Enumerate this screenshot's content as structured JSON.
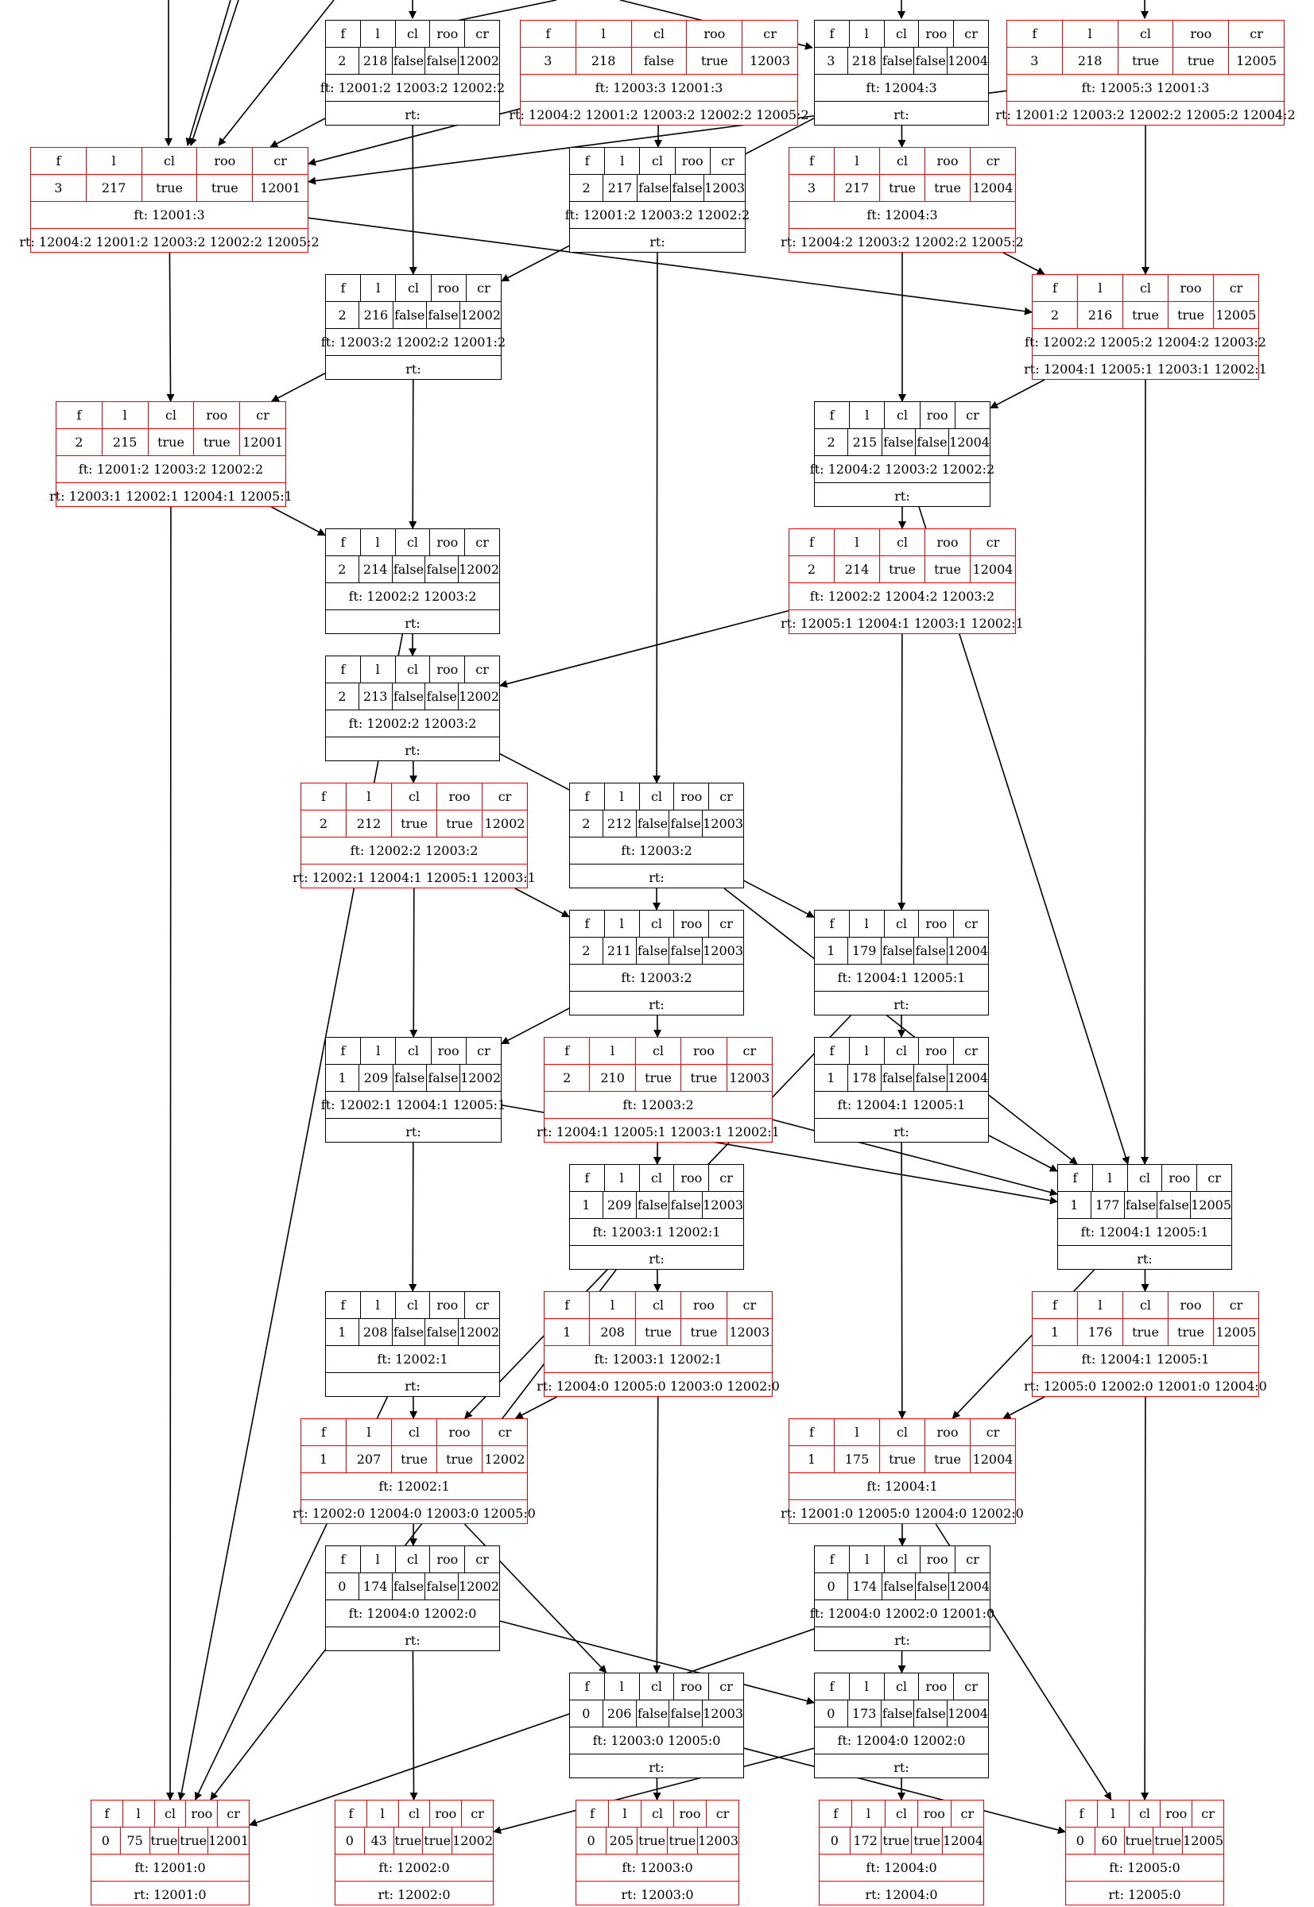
{
  "columns": [
    "f",
    "l",
    "cl",
    "roo",
    "cr"
  ],
  "nodes": [
    {
      "id": "n_2_218_12002",
      "f": "2",
      "l": "218",
      "cl": "false",
      "roo": "false",
      "cr": "12002",
      "ft": "ft: 12001:2 12003:2 12002:2",
      "rt": "rt:",
      "red": false
    },
    {
      "id": "n_3_218_12003",
      "f": "3",
      "l": "218",
      "cl": "false",
      "roo": "true",
      "cr": "12003",
      "ft": "ft: 12003:3 12001:3",
      "rt": "rt: 12004:2 12001:2 12003:2 12002:2 12005:2",
      "red": true
    },
    {
      "id": "n_3_218_12004",
      "f": "3",
      "l": "218",
      "cl": "false",
      "roo": "false",
      "cr": "12004",
      "ft": "ft: 12004:3",
      "rt": "rt:",
      "red": false
    },
    {
      "id": "n_3_218_12005",
      "f": "3",
      "l": "218",
      "cl": "true",
      "roo": "true",
      "cr": "12005",
      "ft": "ft: 12005:3 12001:3",
      "rt": "rt: 12001:2 12003:2 12002:2 12005:2 12004:2",
      "red": true
    },
    {
      "id": "n_3_217_12001",
      "f": "3",
      "l": "217",
      "cl": "true",
      "roo": "true",
      "cr": "12001",
      "ft": "ft: 12001:3",
      "rt": "rt: 12004:2 12001:2 12003:2 12002:2 12005:2",
      "red": true
    },
    {
      "id": "n_2_217_12003",
      "f": "2",
      "l": "217",
      "cl": "false",
      "roo": "false",
      "cr": "12003",
      "ft": "ft: 12001:2 12003:2 12002:2",
      "rt": "rt:",
      "red": false
    },
    {
      "id": "n_3_217_12004",
      "f": "3",
      "l": "217",
      "cl": "true",
      "roo": "true",
      "cr": "12004",
      "ft": "ft: 12004:3",
      "rt": "rt: 12004:2 12003:2 12002:2 12005:2",
      "red": true
    },
    {
      "id": "n_2_216_12002",
      "f": "2",
      "l": "216",
      "cl": "false",
      "roo": "false",
      "cr": "12002",
      "ft": "ft: 12003:2 12002:2 12001:2",
      "rt": "rt:",
      "red": false
    },
    {
      "id": "n_2_216_12005",
      "f": "2",
      "l": "216",
      "cl": "true",
      "roo": "true",
      "cr": "12005",
      "ft": "ft: 12002:2 12005:2 12004:2 12003:2",
      "rt": "rt: 12004:1 12005:1 12003:1 12002:1",
      "red": true
    },
    {
      "id": "n_2_215_12001",
      "f": "2",
      "l": "215",
      "cl": "true",
      "roo": "true",
      "cr": "12001",
      "ft": "ft: 12001:2 12003:2 12002:2",
      "rt": "rt: 12003:1 12002:1 12004:1 12005:1",
      "red": true
    },
    {
      "id": "n_2_215_12004",
      "f": "2",
      "l": "215",
      "cl": "false",
      "roo": "false",
      "cr": "12004",
      "ft": "ft: 12004:2 12003:2 12002:2",
      "rt": "rt:",
      "red": false
    },
    {
      "id": "n_2_214_12002",
      "f": "2",
      "l": "214",
      "cl": "false",
      "roo": "false",
      "cr": "12002",
      "ft": "ft: 12002:2 12003:2",
      "rt": "rt:",
      "red": false
    },
    {
      "id": "n_2_214_12004",
      "f": "2",
      "l": "214",
      "cl": "true",
      "roo": "true",
      "cr": "12004",
      "ft": "ft: 12002:2 12004:2 12003:2",
      "rt": "rt: 12005:1 12004:1 12003:1 12002:1",
      "red": true
    },
    {
      "id": "n_2_213_12002",
      "f": "2",
      "l": "213",
      "cl": "false",
      "roo": "false",
      "cr": "12002",
      "ft": "ft: 12002:2 12003:2",
      "rt": "rt:",
      "red": false
    },
    {
      "id": "n_2_212_12002",
      "f": "2",
      "l": "212",
      "cl": "true",
      "roo": "true",
      "cr": "12002",
      "ft": "ft: 12002:2 12003:2",
      "rt": "rt: 12002:1 12004:1 12005:1 12003:1",
      "red": true
    },
    {
      "id": "n_2_212_12003",
      "f": "2",
      "l": "212",
      "cl": "false",
      "roo": "false",
      "cr": "12003",
      "ft": "ft: 12003:2",
      "rt": "rt:",
      "red": false
    },
    {
      "id": "n_2_211_12003",
      "f": "2",
      "l": "211",
      "cl": "false",
      "roo": "false",
      "cr": "12003",
      "ft": "ft: 12003:2",
      "rt": "rt:",
      "red": false
    },
    {
      "id": "n_1_179_12004",
      "f": "1",
      "l": "179",
      "cl": "false",
      "roo": "false",
      "cr": "12004",
      "ft": "ft: 12004:1 12005:1",
      "rt": "rt:",
      "red": false
    },
    {
      "id": "n_1_209_12002",
      "f": "1",
      "l": "209",
      "cl": "false",
      "roo": "false",
      "cr": "12002",
      "ft": "ft: 12002:1 12004:1 12005:1",
      "rt": "rt:",
      "red": false
    },
    {
      "id": "n_2_210_12003",
      "f": "2",
      "l": "210",
      "cl": "true",
      "roo": "true",
      "cr": "12003",
      "ft": "ft: 12003:2",
      "rt": "rt: 12004:1 12005:1 12003:1 12002:1",
      "red": true
    },
    {
      "id": "n_1_178_12004",
      "f": "1",
      "l": "178",
      "cl": "false",
      "roo": "false",
      "cr": "12004",
      "ft": "ft: 12004:1 12005:1",
      "rt": "rt:",
      "red": false
    },
    {
      "id": "n_1_209_12003",
      "f": "1",
      "l": "209",
      "cl": "false",
      "roo": "false",
      "cr": "12003",
      "ft": "ft: 12003:1 12002:1",
      "rt": "rt:",
      "red": false
    },
    {
      "id": "n_1_177_12005",
      "f": "1",
      "l": "177",
      "cl": "false",
      "roo": "false",
      "cr": "12005",
      "ft": "ft: 12004:1 12005:1",
      "rt": "rt:",
      "red": false
    },
    {
      "id": "n_1_208_12002",
      "f": "1",
      "l": "208",
      "cl": "false",
      "roo": "false",
      "cr": "12002",
      "ft": "ft: 12002:1",
      "rt": "rt:",
      "red": false
    },
    {
      "id": "n_1_208_12003",
      "f": "1",
      "l": "208",
      "cl": "true",
      "roo": "true",
      "cr": "12003",
      "ft": "ft: 12003:1 12002:1",
      "rt": "rt: 12004:0 12005:0 12003:0 12002:0",
      "red": true
    },
    {
      "id": "n_1_176_12005",
      "f": "1",
      "l": "176",
      "cl": "true",
      "roo": "true",
      "cr": "12005",
      "ft": "ft: 12004:1 12005:1",
      "rt": "rt: 12005:0 12002:0 12001:0 12004:0",
      "red": true
    },
    {
      "id": "n_1_207_12002",
      "f": "1",
      "l": "207",
      "cl": "true",
      "roo": "true",
      "cr": "12002",
      "ft": "ft: 12002:1",
      "rt": "rt: 12002:0 12004:0 12003:0 12005:0",
      "red": true
    },
    {
      "id": "n_1_175_12004",
      "f": "1",
      "l": "175",
      "cl": "true",
      "roo": "true",
      "cr": "12004",
      "ft": "ft: 12004:1",
      "rt": "rt: 12001:0 12005:0 12004:0 12002:0",
      "red": true
    },
    {
      "id": "n_0_174_12002",
      "f": "0",
      "l": "174",
      "cl": "false",
      "roo": "false",
      "cr": "12002",
      "ft": "ft: 12004:0 12002:0",
      "rt": "rt:",
      "red": false
    },
    {
      "id": "n_0_174_12004",
      "f": "0",
      "l": "174",
      "cl": "false",
      "roo": "false",
      "cr": "12004",
      "ft": "ft: 12004:0 12002:0 12001:0",
      "rt": "rt:",
      "red": false
    },
    {
      "id": "n_0_206_12003",
      "f": "0",
      "l": "206",
      "cl": "false",
      "roo": "false",
      "cr": "12003",
      "ft": "ft: 12003:0 12005:0",
      "rt": "rt:",
      "red": false
    },
    {
      "id": "n_0_173_12004",
      "f": "0",
      "l": "173",
      "cl": "false",
      "roo": "false",
      "cr": "12004",
      "ft": "ft: 12004:0 12002:0",
      "rt": "rt:",
      "red": false
    },
    {
      "id": "n_0_75_12001",
      "f": "0",
      "l": "75",
      "cl": "true",
      "roo": "true",
      "cr": "12001",
      "ft": "ft: 12001:0",
      "rt": "rt: 12001:0",
      "red": true
    },
    {
      "id": "n_0_43_12002",
      "f": "0",
      "l": "43",
      "cl": "true",
      "roo": "true",
      "cr": "12002",
      "ft": "ft: 12002:0",
      "rt": "rt: 12002:0",
      "red": true
    },
    {
      "id": "n_0_205_12003",
      "f": "0",
      "l": "205",
      "cl": "true",
      "roo": "true",
      "cr": "12003",
      "ft": "ft: 12003:0",
      "rt": "rt: 12003:0",
      "red": true
    },
    {
      "id": "n_0_172_12004",
      "f": "0",
      "l": "172",
      "cl": "true",
      "roo": "true",
      "cr": "12004",
      "ft": "ft: 12004:0",
      "rt": "rt: 12004:0",
      "red": true
    },
    {
      "id": "n_0_60_12005",
      "f": "0",
      "l": "60",
      "cl": "true",
      "roo": "true",
      "cr": "12005",
      "ft": "ft: 12005:0",
      "rt": "rt: 12005:0",
      "red": true
    }
  ],
  "edges": [
    [
      "n_2_218_12002",
      "n_2_216_12002"
    ],
    [
      "n_2_218_12002",
      "n_3_217_12001"
    ],
    [
      "n_3_218_12003",
      "n_2_217_12003"
    ],
    [
      "n_3_218_12003",
      "n_3_217_12001"
    ],
    [
      "n_3_218_12004",
      "n_3_217_12004"
    ],
    [
      "n_3_218_12004",
      "n_2_216_12002"
    ],
    [
      "n_3_218_12005",
      "n_2_216_12005"
    ],
    [
      "n_3_218_12005",
      "n_3_217_12001"
    ],
    [
      "n_3_217_12001",
      "n_2_215_12001"
    ],
    [
      "n_3_217_12001",
      "n_2_216_12005"
    ],
    [
      "n_2_217_12003",
      "n_2_212_12003"
    ],
    [
      "n_3_217_12004",
      "n_2_215_12004"
    ],
    [
      "n_3_217_12004",
      "n_2_216_12005"
    ],
    [
      "n_2_216_12002",
      "n_2_214_12002"
    ],
    [
      "n_2_216_12002",
      "n_2_215_12001"
    ],
    [
      "n_2_216_12005",
      "n_2_215_12004"
    ],
    [
      "n_2_216_12005",
      "n_1_177_12005"
    ],
    [
      "n_2_215_12001",
      "n_2_214_12002"
    ],
    [
      "n_2_215_12001",
      "n_0_75_12001"
    ],
    [
      "n_2_215_12004",
      "n_2_214_12004"
    ],
    [
      "n_2_215_12004",
      "n_1_177_12005"
    ],
    [
      "n_2_214_12002",
      "n_2_213_12002"
    ],
    [
      "n_2_214_12002",
      "n_0_75_12001"
    ],
    [
      "n_2_214_12004",
      "n_1_179_12004"
    ],
    [
      "n_2_214_12004",
      "n_2_213_12002"
    ],
    [
      "n_2_213_12002",
      "n_2_212_12002"
    ],
    [
      "n_2_213_12002",
      "n_1_179_12004"
    ],
    [
      "n_2_212_12002",
      "n_1_209_12002"
    ],
    [
      "n_2_212_12002",
      "n_2_211_12003"
    ],
    [
      "n_2_212_12003",
      "n_2_211_12003"
    ],
    [
      "n_2_212_12003",
      "n_1_177_12005"
    ],
    [
      "n_2_211_12003",
      "n_2_210_12003"
    ],
    [
      "n_2_211_12003",
      "n_1_209_12002"
    ],
    [
      "n_1_179_12004",
      "n_1_178_12004"
    ],
    [
      "n_1_179_12004",
      "n_1_207_12002"
    ],
    [
      "n_1_209_12002",
      "n_1_208_12002"
    ],
    [
      "n_1_209_12002",
      "n_1_177_12005"
    ],
    [
      "n_2_210_12003",
      "n_1_209_12003"
    ],
    [
      "n_2_210_12003",
      "n_1_177_12005"
    ],
    [
      "n_1_178_12004",
      "n_1_175_12004"
    ],
    [
      "n_1_178_12004",
      "n_1_177_12005"
    ],
    [
      "n_1_209_12003",
      "n_1_208_12003"
    ],
    [
      "n_1_209_12003",
      "n_0_75_12001"
    ],
    [
      "n_1_177_12005",
      "n_1_176_12005"
    ],
    [
      "n_1_177_12005",
      "n_1_175_12004"
    ],
    [
      "n_1_208_12002",
      "n_1_207_12002"
    ],
    [
      "n_1_208_12002",
      "n_0_75_12001"
    ],
    [
      "n_1_208_12003",
      "n_0_206_12003"
    ],
    [
      "n_1_208_12003",
      "n_1_207_12002"
    ],
    [
      "n_1_176_12005",
      "n_1_175_12004"
    ],
    [
      "n_1_176_12005",
      "n_0_60_12005"
    ],
    [
      "n_1_207_12002",
      "n_0_174_12002"
    ],
    [
      "n_1_207_12002",
      "n_0_206_12003"
    ],
    [
      "n_1_175_12004",
      "n_0_174_12004"
    ],
    [
      "n_1_175_12004",
      "n_0_60_12005"
    ],
    [
      "n_0_174_12002",
      "n_0_43_12002"
    ],
    [
      "n_0_174_12002",
      "n_0_173_12004"
    ],
    [
      "n_0_174_12004",
      "n_0_173_12004"
    ],
    [
      "n_0_174_12004",
      "n_0_75_12001"
    ],
    [
      "n_0_206_12003",
      "n_0_205_12003"
    ],
    [
      "n_0_206_12003",
      "n_0_60_12005"
    ],
    [
      "n_0_173_12004",
      "n_0_172_12004"
    ],
    [
      "n_0_173_12004",
      "n_0_43_12002"
    ]
  ]
}
